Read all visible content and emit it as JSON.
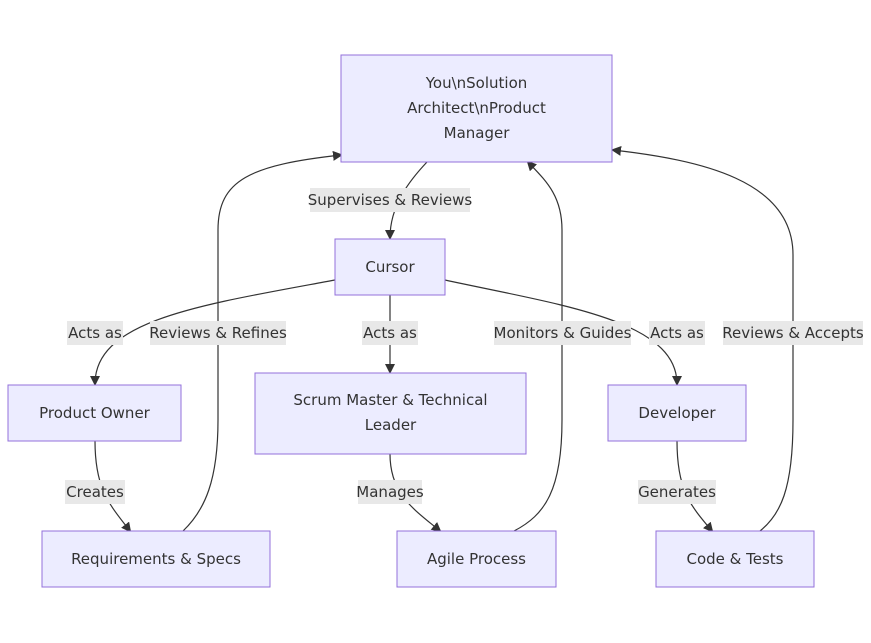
{
  "nodes": {
    "you": {
      "lines": [
        "You\\nSolution",
        "Architect\\nProduct",
        "Manager"
      ]
    },
    "cursor": {
      "lines": [
        "Cursor"
      ]
    },
    "product_owner": {
      "lines": [
        "Product Owner"
      ]
    },
    "scrum_master": {
      "lines": [
        "Scrum Master & Technical",
        "Leader"
      ]
    },
    "developer": {
      "lines": [
        "Developer"
      ]
    },
    "requirements": {
      "lines": [
        "Requirements & Specs"
      ]
    },
    "agile": {
      "lines": [
        "Agile Process"
      ]
    },
    "code_tests": {
      "lines": [
        "Code & Tests"
      ]
    }
  },
  "edges": {
    "supervises": "Supervises & Reviews",
    "acts_po": "Acts as",
    "acts_sm": "Acts as",
    "acts_dev": "Acts as",
    "reviews_refines": "Reviews & Refines",
    "monitors": "Monitors & Guides",
    "reviews_accepts": "Reviews & Accepts",
    "creates": "Creates",
    "manages": "Manages",
    "generates": "Generates"
  }
}
